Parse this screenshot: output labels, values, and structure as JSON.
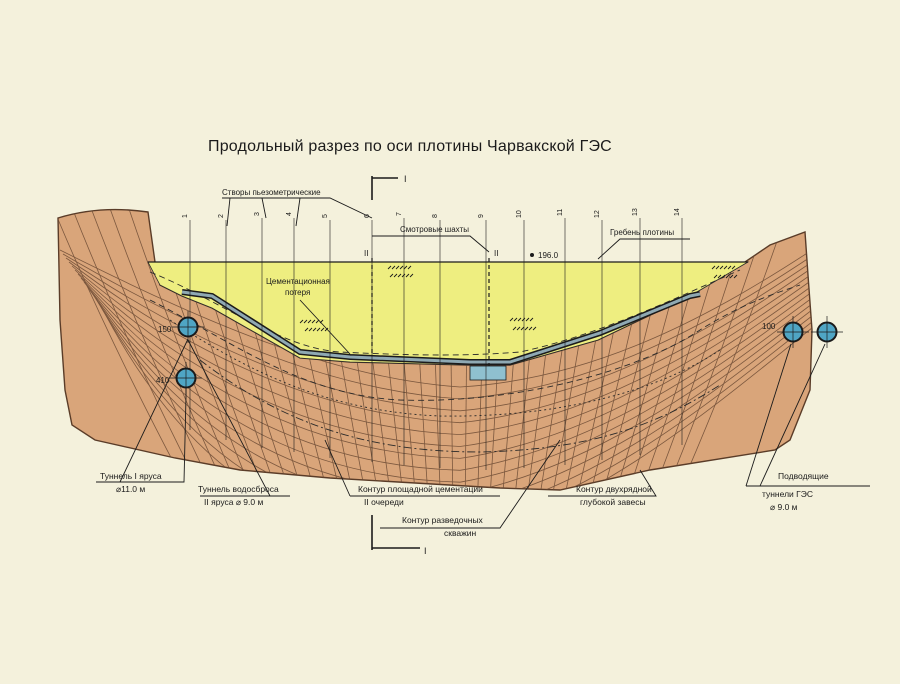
{
  "title": "Продольный разрез по оси плотины Чарвакской ГЭС",
  "section_marks": [
    "I",
    "I",
    "II",
    "II"
  ],
  "piezometer_numbers": [
    "1",
    "2",
    "3",
    "4",
    "5",
    "6",
    "7",
    "8",
    "9",
    "10",
    "11",
    "12",
    "13",
    "14"
  ],
  "elevation": "196.0",
  "tunnel_elevations": [
    "150",
    "410",
    "100"
  ],
  "labels": {
    "piezometric": "Створы пьезометрические",
    "inspection_shafts": "Смотровые шахты",
    "dam_crest": "Гребень плотины",
    "cement_loss_1": "Цементационная",
    "cement_loss_2": "потеря",
    "tunnel1_1": "Туннель I яруса",
    "tunnel1_2": "⌀11.0 м",
    "spillway_1": "Туннель водосброса",
    "spillway_2": "II яруса   ⌀ 9.0 м",
    "area_cement_1": "Контур площадной цементации",
    "area_cement_2": "II очереди",
    "exploratory_1": "Контур разведочных",
    "exploratory_2": "скважин",
    "curtain_1": "Контур двухрядной",
    "curtain_2": "глубокой завесы",
    "supply_1": "Подводящие",
    "supply_2": "туннели ГЭС",
    "supply_3": "⌀ 9.0 м"
  },
  "colors": {
    "background": "#f4f1dc",
    "rock": "#d9a57a",
    "rock_lines": "#6b4a34",
    "reservoir": "#eeee80",
    "dam_lining": "#8fa9b3",
    "tunnel": "#4fa5c4"
  }
}
